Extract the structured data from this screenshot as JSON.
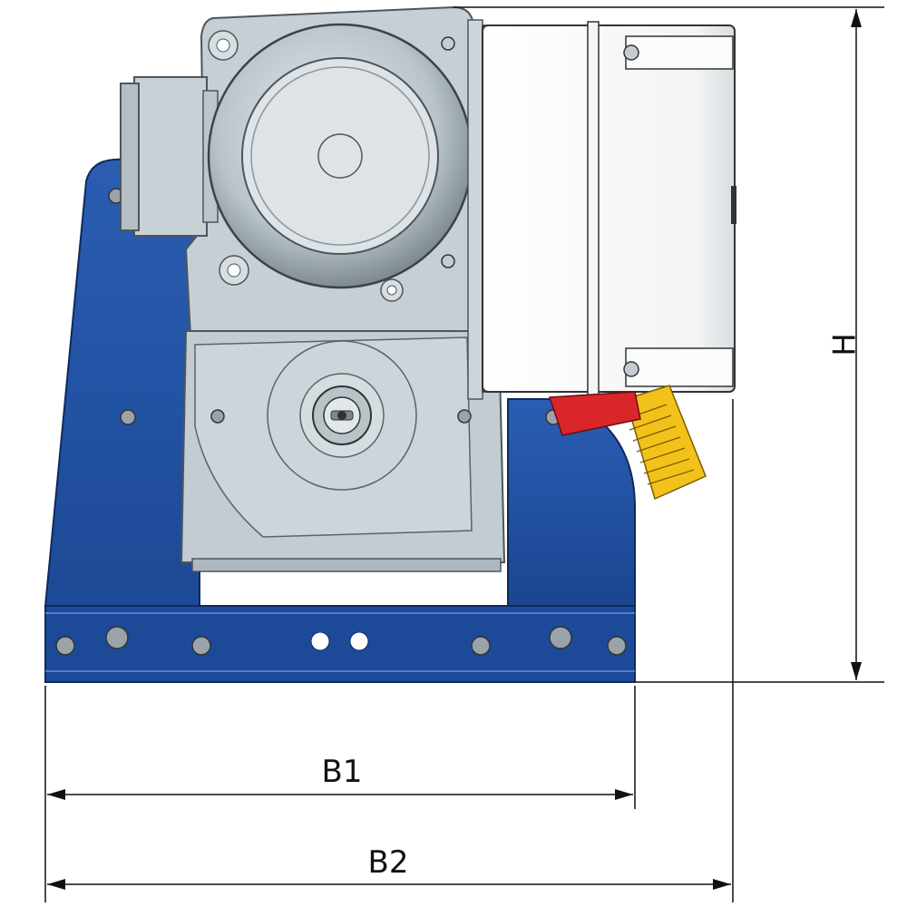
{
  "dimensions": {
    "h_label": "H",
    "b1_label": "B1",
    "b2_label": "B2"
  },
  "colors": {
    "base_plate": "#1f4fa0",
    "base_plate_dark": "#163b7c",
    "housing": "#c9d2d8",
    "housing_dark": "#9aa5ad",
    "motor": "#b7c2c9",
    "control_box": "#ffffff",
    "emergency_stop_red": "#d8262b",
    "emergency_stop_yellow": "#f2c21b",
    "dimension_line": "#111111"
  },
  "icons": {
    "emergency_stop": "emergency-stop-icon",
    "output_shaft": "shaft-icon",
    "bolt": "bolt-icon"
  }
}
